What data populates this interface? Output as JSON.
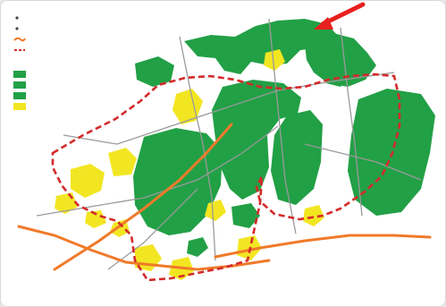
{
  "colors": {
    "background": "#ffffff",
    "forest": "#22a046",
    "forest_dark": "#1a8a3a",
    "settlement": "#f2e622",
    "road": "#f07a2a",
    "boundary": "#d42a2a",
    "minor_road": "#9a9a9a",
    "arrow": "#e8201e"
  },
  "legend": {
    "items": [
      {
        "symbol": "text",
        "label": ""
      },
      {
        "symbol": "text",
        "label": ""
      },
      {
        "symbol": "road-line",
        "label": ""
      },
      {
        "symbol": "boundary-dash",
        "label": ""
      }
    ],
    "heading": "",
    "categories": [
      {
        "symbol": "forest-swatch",
        "label": ""
      },
      {
        "symbol": "forest-swatch",
        "label": ""
      },
      {
        "symbol": "forest-swatch",
        "label": ""
      },
      {
        "symbol": "settlement-swatch",
        "label": ""
      }
    ]
  },
  "place_labels": [
    "",
    "",
    "",
    "",
    "",
    "",
    "",
    "",
    "",
    "",
    "",
    "",
    "",
    ""
  ],
  "icons": {
    "pointer": "arrow-pointer-icon"
  }
}
